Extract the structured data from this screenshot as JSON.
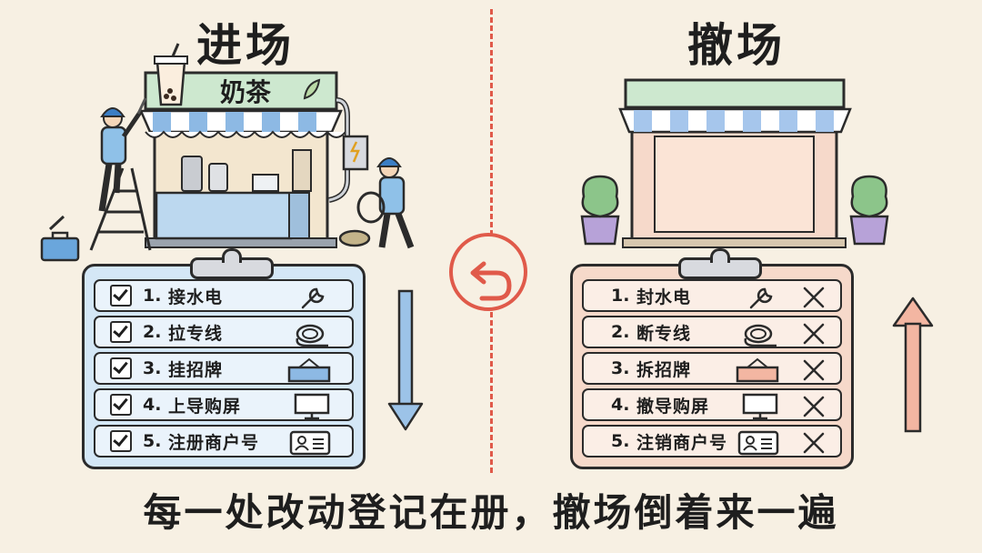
{
  "left": {
    "title": "进场",
    "sign": "奶茶",
    "steps": [
      {
        "num": "1.",
        "label": "接水电",
        "icon": "wrench-icon"
      },
      {
        "num": "2.",
        "label": "拉专线",
        "icon": "cable-icon"
      },
      {
        "num": "3.",
        "label": "挂招牌",
        "icon": "signboard-icon"
      },
      {
        "num": "4.",
        "label": "上导购屏",
        "icon": "monitor-icon"
      },
      {
        "num": "5.",
        "label": "注册商户号",
        "icon": "id-card-icon"
      }
    ]
  },
  "right": {
    "title": "撤场",
    "steps": [
      {
        "num": "1.",
        "label": "封水电",
        "icon": "wrench-icon"
      },
      {
        "num": "2.",
        "label": "断专线",
        "icon": "cable-icon"
      },
      {
        "num": "3.",
        "label": "拆招牌",
        "icon": "signboard-icon"
      },
      {
        "num": "4.",
        "label": "撤导购屏",
        "icon": "monitor-icon"
      },
      {
        "num": "5.",
        "label": "注销商户号",
        "icon": "id-card-icon"
      }
    ]
  },
  "footer": "每一处改动登记在册，撤场倒着来一遍",
  "colors": {
    "background": "#f7f0e3",
    "left_board": "#d4e7f6",
    "right_board": "#f6d9ca",
    "accent": "#e05a4a",
    "sign_green": "#cde8cf",
    "down_arrow": "#9cc3e8",
    "up_arrow": "#f3b6a2"
  }
}
